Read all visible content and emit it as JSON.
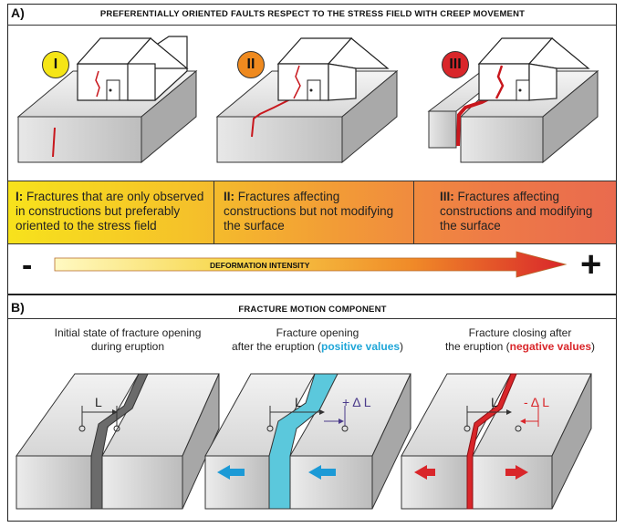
{
  "panel_a": {
    "label": "A)",
    "title": "PREFERENTIALLY ORIENTED FAULTS RESPECT TO THE STRESS FIELD WITH CREEP MOVEMENT",
    "stages": [
      {
        "numeral": "I",
        "color": "#f5e516",
        "bold": "I:",
        "text": " Fractures that are only observed in constructions but preferably oriented to the stress field"
      },
      {
        "numeral": "II",
        "color": "#ef8a1f",
        "bold": "II:",
        "text": " Fractures affecting constructions but not modifying the surface"
      },
      {
        "numeral": "III",
        "color": "#d9262a",
        "bold": "III:",
        "text": " Fractures affecting constructions and modifying the surface"
      }
    ],
    "minus": "-",
    "plus": "+",
    "intensity_label": "DEFORMATION INTENSITY"
  },
  "panel_b": {
    "label": "B)",
    "title": "FRACTURE MOTION COMPONENT",
    "captions": [
      {
        "line1": "Initial state of fracture opening",
        "line2_pre": "during eruption",
        "highlight": "",
        "line2_post": ""
      },
      {
        "line1": "Fracture opening",
        "line2_pre": "after the eruption (",
        "highlight": "positive values",
        "line2_post": ")"
      },
      {
        "line1": "Fracture closing after",
        "line2_pre": "the eruption (",
        "highlight": "negative values",
        "line2_post": ")"
      }
    ],
    "highlight_colors": {
      "positive": "#1fa6d8",
      "negative": "#d9262a"
    },
    "length_label": "L",
    "plus_delta": "+ Δ L",
    "minus_delta": "- Δ L"
  },
  "colors": {
    "fracture_red": "#c8171d",
    "opening_cyan": "#5bc8dc",
    "arrow_blue": "#1c9ad6",
    "arrow_red": "#d9262a",
    "gray_gap": "#6b6b6b"
  }
}
